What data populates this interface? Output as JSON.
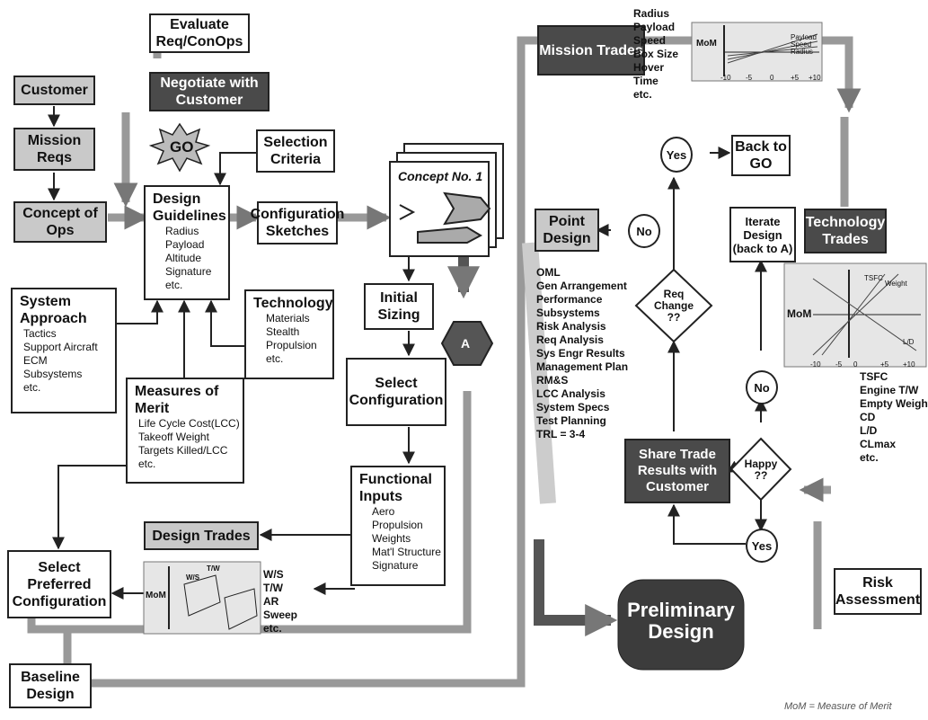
{
  "evaluate": "Evaluate Req/ConOps",
  "negotiate": "Negotiate with Customer",
  "customer": "Customer",
  "mission_reqs": "Mission Reqs",
  "go": "GO",
  "concept_ops": "Concept of Ops",
  "selection_criteria": "Selection Criteria",
  "design_guidelines": {
    "title": "Design Guidelines",
    "items": [
      "Radius",
      "Payload",
      "Altitude",
      "Signature",
      "etc."
    ]
  },
  "config_sketches": "Configuration Sketches",
  "concept": "Concept No. 1",
  "system_approach": {
    "title": "System Approach",
    "items": [
      "Tactics",
      "Support Aircraft",
      "ECM",
      "Subsystems",
      "etc."
    ]
  },
  "technology": {
    "title": "Technology",
    "items": [
      "Materials",
      "Stealth",
      "Propulsion",
      "etc."
    ]
  },
  "initial_sizing": "Initial Sizing",
  "a_marker": "A",
  "measures": {
    "title": "Measures of Merit",
    "items": [
      "Life Cycle Cost(LCC)",
      "Takeoff Weight",
      "Targets Killed/LCC",
      "etc."
    ]
  },
  "select_config": "Select Configuration",
  "functional": {
    "title": "Functional Inputs",
    "items": [
      "Aero",
      "Propulsion",
      "Weights",
      "Mat'l Structure",
      "Signature"
    ]
  },
  "design_trades": "Design Trades",
  "select_preferred": "Select Preferred Configuration",
  "design_trades_params": [
    "W/S",
    "T/W",
    "AR",
    "Sweep",
    "etc."
  ],
  "design_trades_chart": {
    "mom": "MoM",
    "tw": "T/W",
    "ws": "W/S"
  },
  "baseline": "Baseline Design",
  "mission_trades": "Mission Trades",
  "mission_params": [
    "Radius",
    "Payload",
    "Speed",
    "Box Size",
    "Hover",
    "Time",
    "etc."
  ],
  "mission_chart": {
    "mom": "MoM",
    "ticks": [
      "-10",
      "-5",
      "0",
      "+5",
      "+10"
    ],
    "lines": [
      "Payload",
      "Speed",
      "Radius"
    ]
  },
  "point_design": "Point Design",
  "point_items": [
    "OML",
    "Gen Arrangement",
    "Performance",
    "Subsystems",
    "Risk Analysis",
    "Req Analysis",
    "Sys Engr Results",
    "Management Plan",
    "RM&S",
    "LCC Analysis",
    "System Specs",
    "Test Planning",
    "TRL = 3-4"
  ],
  "yes_top": "Yes",
  "back_go": "Back to GO",
  "no_left": "No",
  "req_change": "Req Change ??",
  "iterate": "Iterate Design (back to A)",
  "tech_trades": "Technology Trades",
  "tech_chart": {
    "mom": "MoM",
    "ticks": [
      "-10",
      "-5",
      "0",
      "+5",
      "+10"
    ],
    "lines": [
      "Weight",
      "TSFC",
      "L/D"
    ]
  },
  "tech_params": [
    "TSFC",
    "Engine T/W",
    "Empty Weight",
    "CD",
    "L/D",
    "CLmax",
    "etc."
  ],
  "no_right": "No",
  "share": "Share Trade Results with Customer",
  "happy": "Happy ??",
  "yes_bottom": "Yes",
  "risk": "Risk Assessment",
  "preliminary": "Preliminary Design",
  "footnote": "MoM = Measure of Merit"
}
